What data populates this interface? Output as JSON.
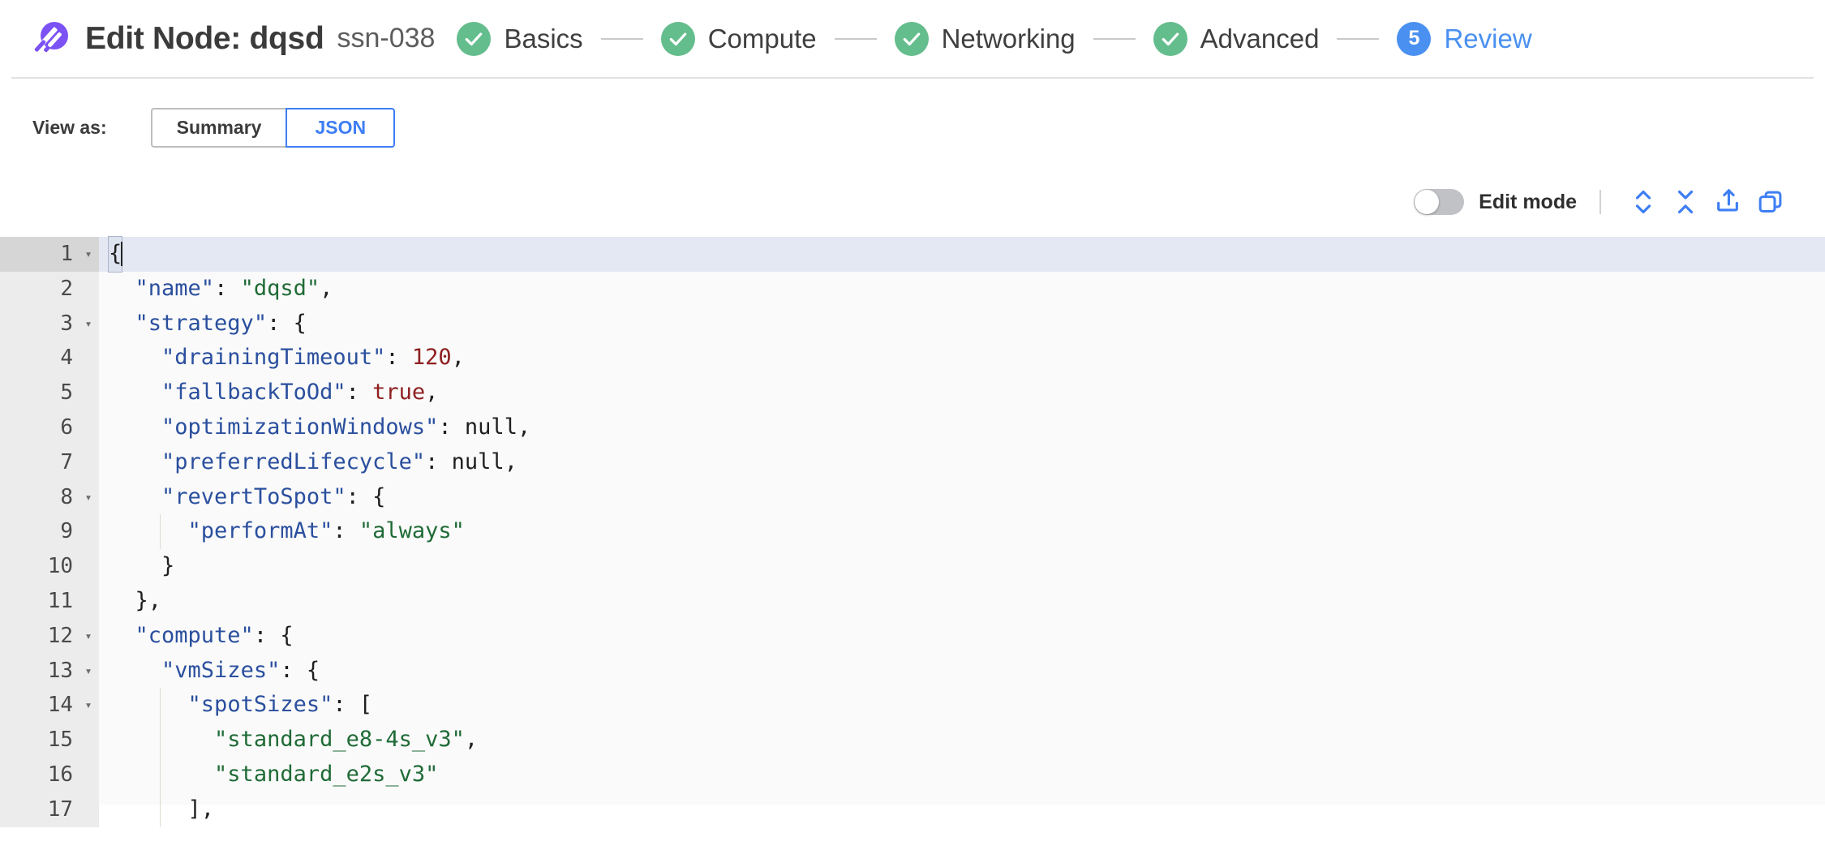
{
  "header": {
    "logo_icon": "spot-logo-icon",
    "title": "Edit Node: dqsd",
    "subtitle": "ssn-038",
    "steps": [
      {
        "label": "Basics",
        "state": "done",
        "badge": "check"
      },
      {
        "label": "Compute",
        "state": "done",
        "badge": "check"
      },
      {
        "label": "Networking",
        "state": "done",
        "badge": "check"
      },
      {
        "label": "Advanced",
        "state": "done",
        "badge": "check"
      },
      {
        "label": "Review",
        "state": "current",
        "badge": "5"
      }
    ]
  },
  "view_as": {
    "label": "View as:",
    "options": [
      {
        "label": "Summary",
        "active": false
      },
      {
        "label": "JSON",
        "active": true
      }
    ]
  },
  "editor_toolbar": {
    "toggle_label": "Edit mode",
    "toggle_on": false,
    "actions": [
      {
        "name": "expand-all-icon",
        "title": "Expand all"
      },
      {
        "name": "collapse-all-icon",
        "title": "Collapse all"
      },
      {
        "name": "export-icon",
        "title": "Export"
      },
      {
        "name": "copy-icon",
        "title": "Copy"
      }
    ]
  },
  "code": {
    "language": "json",
    "active_line": 1,
    "lines": [
      {
        "num": "1",
        "fold": true,
        "indent": 0,
        "tokens": [
          {
            "t": "{",
            "c": "p",
            "hl": true
          },
          {
            "t": "",
            "c": "caret"
          }
        ]
      },
      {
        "num": "2",
        "fold": false,
        "indent": 1,
        "tokens": [
          {
            "t": "\"name\"",
            "c": "k"
          },
          {
            "t": ": ",
            "c": "p"
          },
          {
            "t": "\"dqsd\"",
            "c": "s"
          },
          {
            "t": ",",
            "c": "p"
          }
        ]
      },
      {
        "num": "3",
        "fold": true,
        "indent": 1,
        "tokens": [
          {
            "t": "\"strategy\"",
            "c": "k"
          },
          {
            "t": ": {",
            "c": "p"
          }
        ]
      },
      {
        "num": "4",
        "fold": false,
        "indent": 2,
        "tokens": [
          {
            "t": "\"drainingTimeout\"",
            "c": "k"
          },
          {
            "t": ": ",
            "c": "p"
          },
          {
            "t": "120",
            "c": "n"
          },
          {
            "t": ",",
            "c": "p"
          }
        ]
      },
      {
        "num": "5",
        "fold": false,
        "indent": 2,
        "tokens": [
          {
            "t": "\"fallbackToOd\"",
            "c": "k"
          },
          {
            "t": ": ",
            "c": "p"
          },
          {
            "t": "true",
            "c": "b"
          },
          {
            "t": ",",
            "c": "p"
          }
        ]
      },
      {
        "num": "6",
        "fold": false,
        "indent": 2,
        "tokens": [
          {
            "t": "\"optimizationWindows\"",
            "c": "k"
          },
          {
            "t": ": ",
            "c": "p"
          },
          {
            "t": "null",
            "c": "nul"
          },
          {
            "t": ",",
            "c": "p"
          }
        ]
      },
      {
        "num": "7",
        "fold": false,
        "indent": 2,
        "tokens": [
          {
            "t": "\"preferredLifecycle\"",
            "c": "k"
          },
          {
            "t": ": ",
            "c": "p"
          },
          {
            "t": "null",
            "c": "nul"
          },
          {
            "t": ",",
            "c": "p"
          }
        ]
      },
      {
        "num": "8",
        "fold": true,
        "indent": 2,
        "tokens": [
          {
            "t": "\"revertToSpot\"",
            "c": "k"
          },
          {
            "t": ": {",
            "c": "p"
          }
        ]
      },
      {
        "num": "9",
        "fold": false,
        "indent": 3,
        "guide": 2,
        "tokens": [
          {
            "t": "\"performAt\"",
            "c": "k"
          },
          {
            "t": ": ",
            "c": "p"
          },
          {
            "t": "\"always\"",
            "c": "s"
          }
        ]
      },
      {
        "num": "10",
        "fold": false,
        "indent": 2,
        "tokens": [
          {
            "t": "}",
            "c": "p"
          }
        ]
      },
      {
        "num": "11",
        "fold": false,
        "indent": 1,
        "tokens": [
          {
            "t": "},",
            "c": "p"
          }
        ]
      },
      {
        "num": "12",
        "fold": true,
        "indent": 1,
        "tokens": [
          {
            "t": "\"compute\"",
            "c": "k"
          },
          {
            "t": ": {",
            "c": "p"
          }
        ]
      },
      {
        "num": "13",
        "fold": true,
        "indent": 2,
        "tokens": [
          {
            "t": "\"vmSizes\"",
            "c": "k"
          },
          {
            "t": ": {",
            "c": "p"
          }
        ]
      },
      {
        "num": "14",
        "fold": true,
        "indent": 3,
        "guide": 2,
        "tokens": [
          {
            "t": "\"spotSizes\"",
            "c": "k"
          },
          {
            "t": ": [",
            "c": "p"
          }
        ]
      },
      {
        "num": "15",
        "fold": false,
        "indent": 4,
        "guide": 2,
        "tokens": [
          {
            "t": "\"standard_e8-4s_v3\"",
            "c": "s"
          },
          {
            "t": ",",
            "c": "p"
          }
        ]
      },
      {
        "num": "16",
        "fold": false,
        "indent": 4,
        "guide": 2,
        "tokens": [
          {
            "t": "\"standard_e2s_v3\"",
            "c": "s"
          }
        ]
      },
      {
        "num": "17",
        "fold": false,
        "indent": 3,
        "guide": 2,
        "tokens": [
          {
            "t": "],",
            "c": "p"
          }
        ]
      }
    ]
  },
  "colors": {
    "brand_purple": "#7c52f4",
    "step_done_green": "#64bd8c",
    "step_current_blue": "#4a90f0",
    "accent_blue": "#3e7ef5",
    "json_key": "#2a4f9e",
    "json_string": "#1f6b36",
    "json_number": "#8e2020",
    "json_boolean": "#8e2020",
    "json_null": "#1f1f1f",
    "editor_bg": "#fafafa",
    "active_line_bg": "#e3e8f2",
    "gutter_bg": "#ececec"
  }
}
